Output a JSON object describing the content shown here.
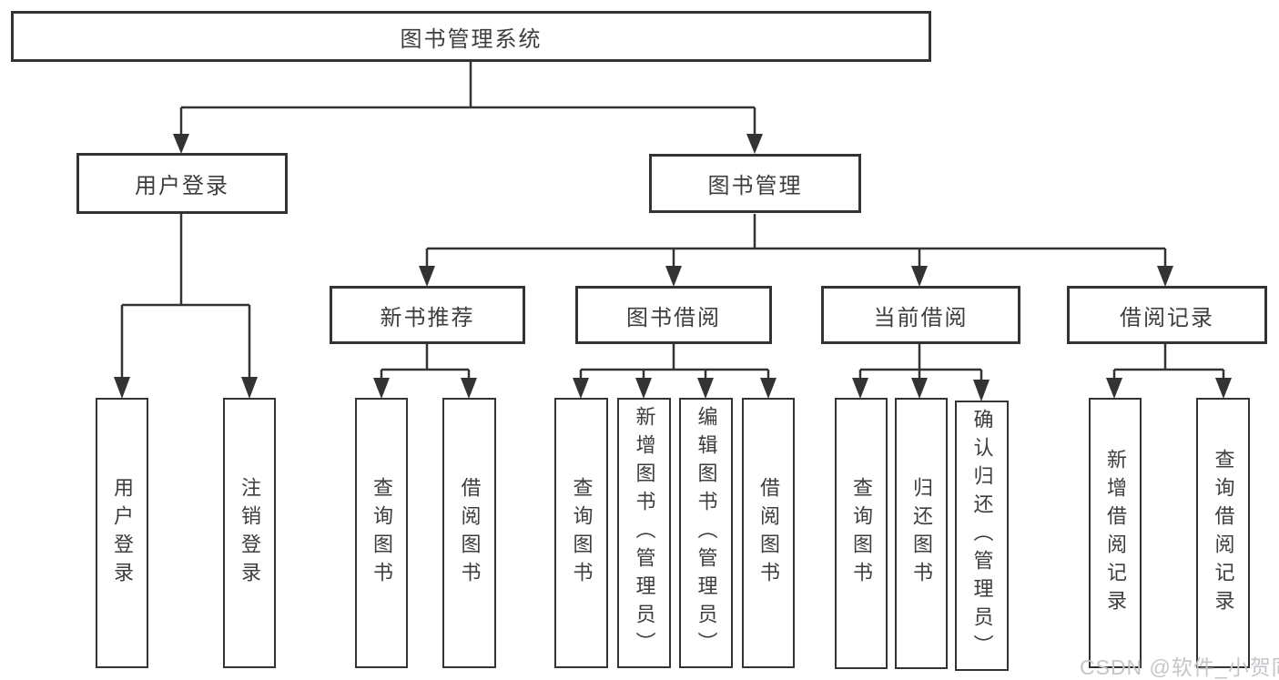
{
  "tree": {
    "root": {
      "label": "图书管理系统"
    },
    "branches": [
      {
        "label": "用户登录",
        "children": [
          {
            "label": "用户登录"
          },
          {
            "label": "注销登录"
          }
        ]
      },
      {
        "label": "图书管理",
        "sections": [
          {
            "label": "新书推荐",
            "children": [
              {
                "label": "查询图书"
              },
              {
                "label": "借阅图书"
              }
            ]
          },
          {
            "label": "图书借阅",
            "children": [
              {
                "label": "查询图书"
              },
              {
                "label": "新增图书（管理员）"
              },
              {
                "label": "编辑图书（管理员）"
              },
              {
                "label": "借阅图书"
              }
            ]
          },
          {
            "label": "当前借阅",
            "children": [
              {
                "label": "查询图书"
              },
              {
                "label": "归还图书"
              },
              {
                "label": "确认归还（管理员）"
              }
            ]
          },
          {
            "label": "借阅记录",
            "children": [
              {
                "label": "新增借阅记录"
              },
              {
                "label": "查询借阅记录"
              }
            ]
          }
        ]
      }
    ]
  },
  "watermark": {
    "text": "CSDN @软件_小贺同学"
  },
  "colors": {
    "line": "#333333",
    "text": "#3d3d3d",
    "box_background": "#ffffff",
    "watermark": "#c5c5ca",
    "background": "#ffffff"
  }
}
